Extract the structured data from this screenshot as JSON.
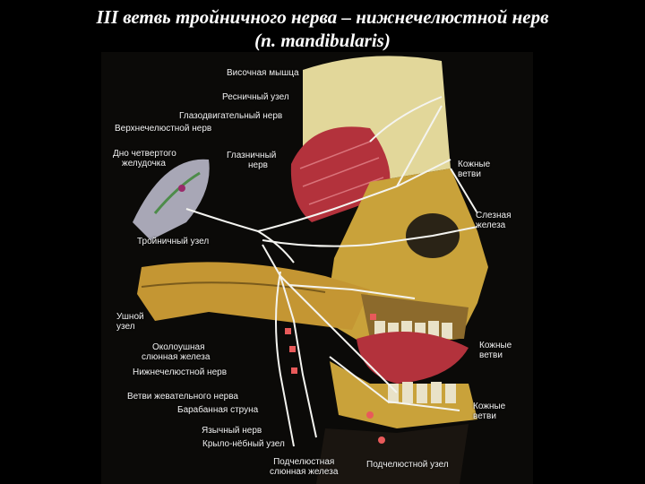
{
  "title": {
    "line1": "III ветвь тройничного нерва – нижнечелюстной нерв",
    "line2": "(n. mandibularis)"
  },
  "labels": {
    "temporalis": "Височная мышца",
    "ciliary_ganglion": "Ресничный узел",
    "oculomotor_nerve": "Глазодвигательный нерв",
    "maxillary_nerve": "Верхнечелюстной нерв",
    "fourth_ventricle_floor_1": "Дно четвертого",
    "fourth_ventricle_floor_2": "желудочка",
    "orbital_nerve_1": "Глазничный",
    "orbital_nerve_2": "нерв",
    "trigeminal_ganglion": "Тройничный узел",
    "otic_ganglion_1": "Ушной",
    "otic_ganglion_2": "узел",
    "parotid_gland_1": "Околоушная",
    "parotid_gland_2": "слюнная железа",
    "mandibular_nerve": "Нижнечелюстной нерв",
    "masticatory_branches": "Ветви жевательного нерва",
    "chorda_tympani": "Барабанная струна",
    "lingual_nerve": "Язычный нерв",
    "pterygopalatine_ganglion": "Крыло-нёбный узел",
    "submandibular_gland_1": "Подчелюстная",
    "submandibular_gland_2": "слюнная железа",
    "submandibular_ganglion": "Подчелюстной узел",
    "skin_branches_upper_1": "Кожные",
    "skin_branches_upper_2": "ветви",
    "lacrimal_gland_1": "Слезная",
    "lacrimal_gland_2": "железа",
    "skin_branches_mid_1": "Кожные",
    "skin_branches_mid_2": "ветви",
    "skin_branches_low_1": "Кожные",
    "skin_branches_low_2": "ветви"
  },
  "colors": {
    "background": "#000000",
    "bone": "#c9a23a",
    "skull_cap": "#e2d79a",
    "muscle": "#b3323c",
    "nerve": "#f4f4f0",
    "ganglion": "#e85a5a",
    "brainstem": "#a8a7b6"
  }
}
